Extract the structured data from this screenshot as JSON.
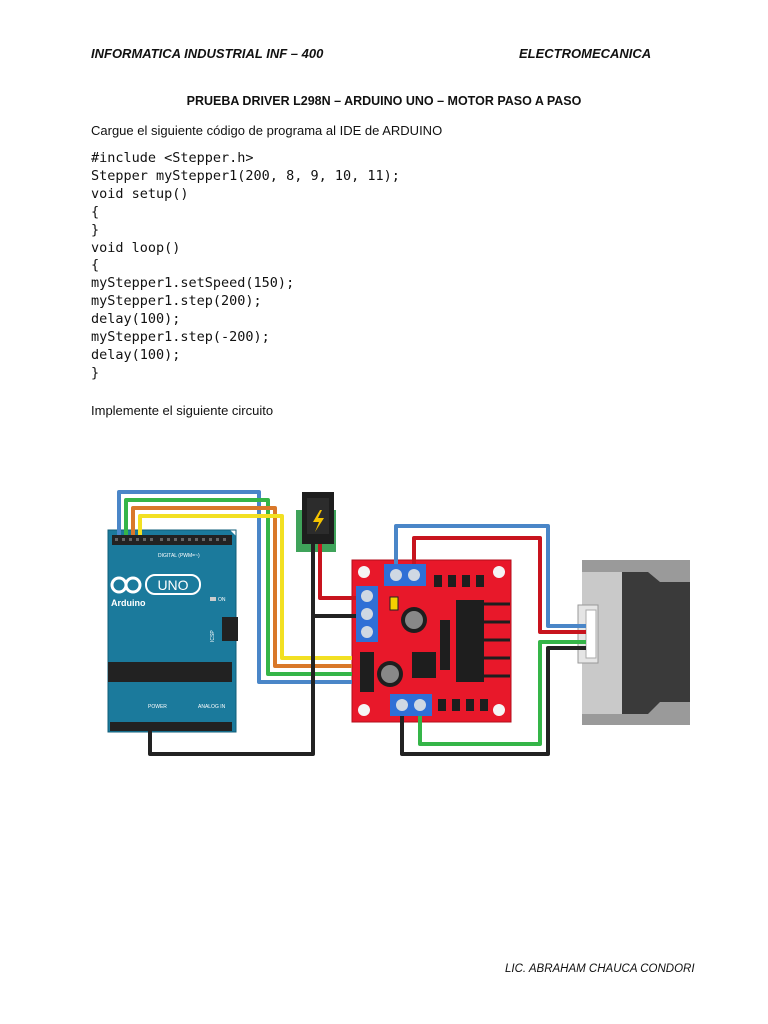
{
  "header": {
    "left": "INFORMATICA INDUSTRIAL INF – 400",
    "right": "ELECTROMECANICA"
  },
  "title": "PRUEBA DRIVER L298N – ARDUINO UNO – MOTOR PASO A PASO",
  "intro": "Cargue el siguiente código de programa al IDE de ARDUINO",
  "code_lines": [
    "#include <Stepper.h>",
    "Stepper myStepper1(200, 8, 9, 10, 11);",
    "void setup()",
    "{",
    "}",
    "void loop()",
    "{",
    "myStepper1.setSpeed(150);",
    "myStepper1.step(200);",
    "delay(100);",
    "myStepper1.step(-200);",
    "delay(100);",
    "}"
  ],
  "instruction": "Implemente el siguiente circuito",
  "circuit": {
    "arduino_logo": "UNO",
    "arduino_brand": "Arduino",
    "arduino_digital_label": "DIGITAL (PWM=~)",
    "arduino_on_label": "ON",
    "arduino_icsp_label": "ICSP",
    "arduino_power_label": "POWER",
    "arduino_analog_label": "ANALOG IN",
    "colors": {
      "board_blue": "#1b7a9c",
      "driver_red": "#e8182a",
      "wire_blue": "#4a86c8",
      "wire_green": "#35b548",
      "wire_orange": "#d9782a",
      "wire_yellow": "#f2e022",
      "wire_red": "#c8141e",
      "wire_black": "#222222"
    }
  },
  "footer": "LIC. ABRAHAM CHAUCA CONDORI"
}
